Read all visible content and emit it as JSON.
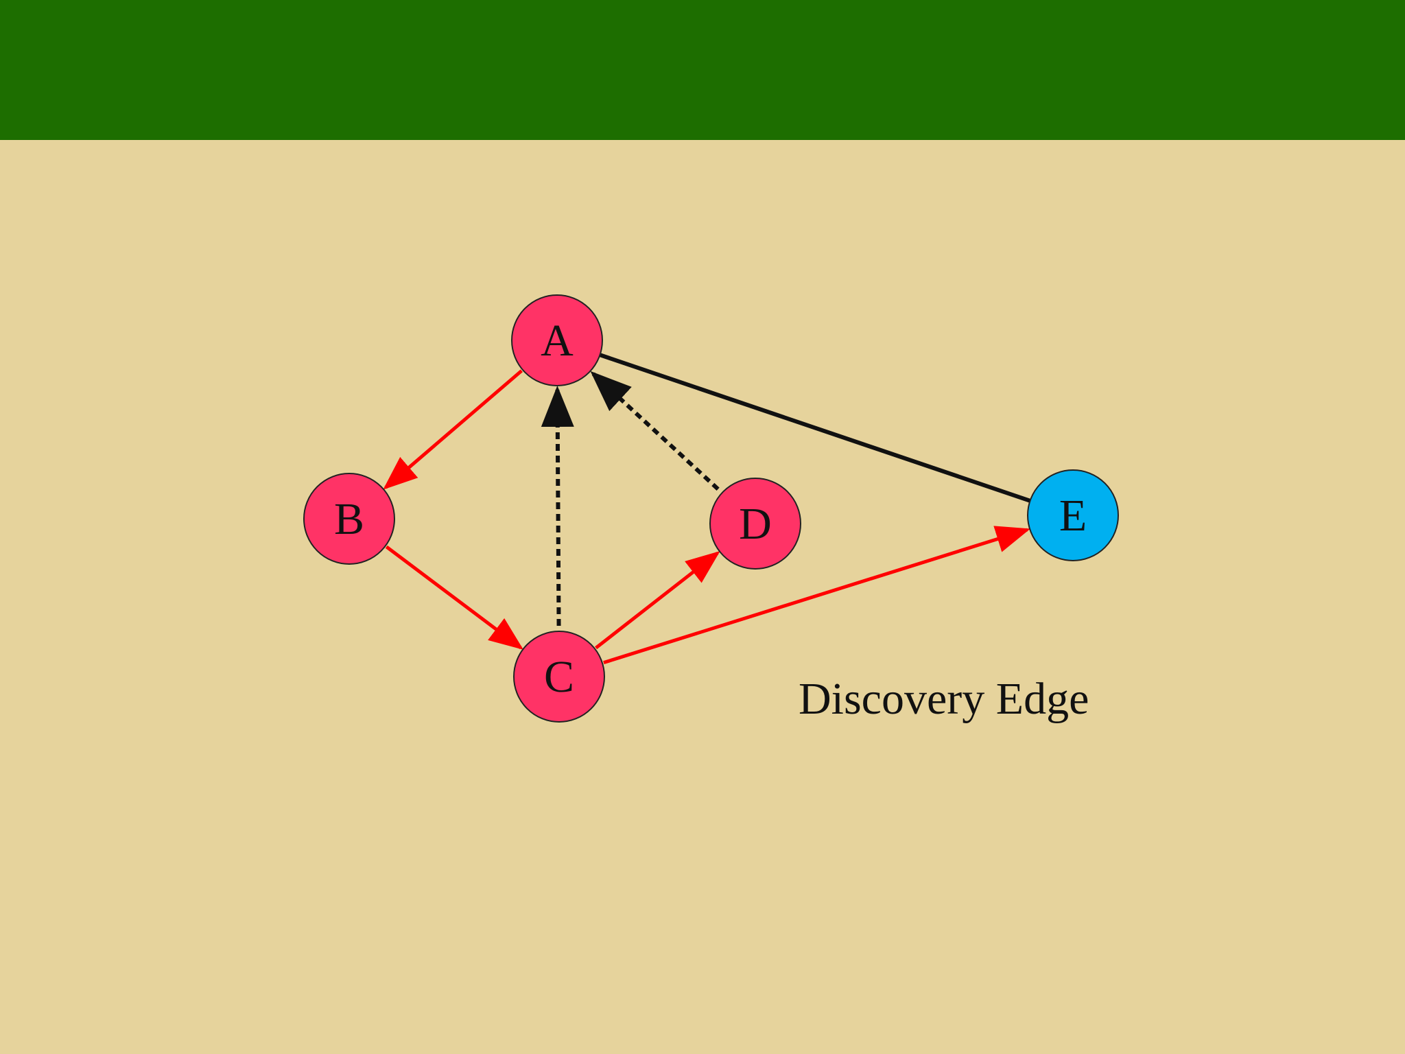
{
  "colors": {
    "header": "#1d6e00",
    "background": "#e6d39c",
    "visited_node": "#ff3366",
    "current_node": "#00b0f0",
    "discovery_edge": "#ff0000",
    "back_edge": "#111111",
    "unexplored_edge": "#111111"
  },
  "nodes": [
    {
      "id": "A",
      "label": "A",
      "state": "visited"
    },
    {
      "id": "B",
      "label": "B",
      "state": "visited"
    },
    {
      "id": "C",
      "label": "C",
      "state": "visited"
    },
    {
      "id": "D",
      "label": "D",
      "state": "visited"
    },
    {
      "id": "E",
      "label": "E",
      "state": "current"
    }
  ],
  "edges": [
    {
      "from": "A",
      "to": "B",
      "kind": "discovery"
    },
    {
      "from": "B",
      "to": "C",
      "kind": "discovery"
    },
    {
      "from": "C",
      "to": "D",
      "kind": "discovery"
    },
    {
      "from": "C",
      "to": "E",
      "kind": "discovery"
    },
    {
      "from": "C",
      "to": "A",
      "kind": "back"
    },
    {
      "from": "D",
      "to": "A",
      "kind": "back"
    },
    {
      "from": "A",
      "to": "E",
      "kind": "unexplored"
    }
  ],
  "caption": "Discovery Edge"
}
